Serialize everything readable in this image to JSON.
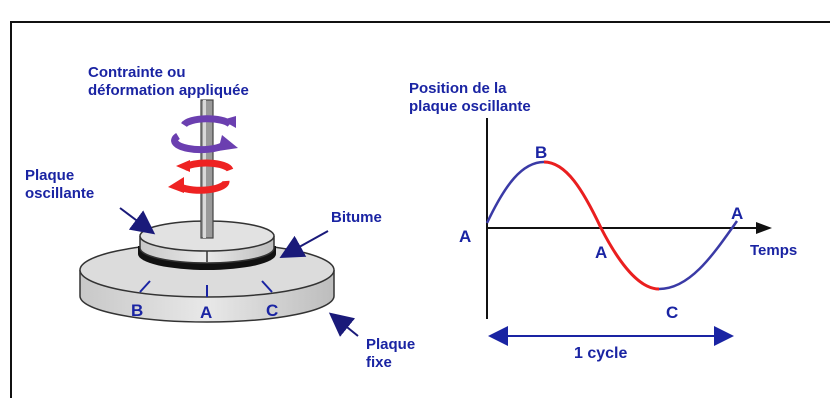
{
  "left": {
    "applied_title": [
      "Contrainte ou",
      "déformation appliquée"
    ],
    "oscillating_plate": [
      "Plaque",
      "oscillante"
    ],
    "bitumen": "Bitume",
    "fixed_plate": [
      "Plaque",
      "fixe"
    ],
    "marks": {
      "b": "B",
      "a": "A",
      "c": "C"
    }
  },
  "right": {
    "title": [
      "Position de la",
      "plaque oscillante"
    ],
    "points": {
      "a_start": "A",
      "b": "B",
      "a_mid": "A",
      "c": "C",
      "a_end": "A"
    },
    "x_label": "Temps",
    "cycle": "1 cycle"
  },
  "colors": {
    "label_blue": "#1a24a3",
    "wave_blue": "#3a3aa6",
    "wave_red": "#ea1f1f",
    "arrow_purple": "#6b3fb0",
    "arrow_red": "#ee2222",
    "plate_fill": "#d6d6d6",
    "bitumen": "#111111"
  },
  "icons": [
    "rotation-arrow-icon",
    "rotation-arrow-icon"
  ]
}
